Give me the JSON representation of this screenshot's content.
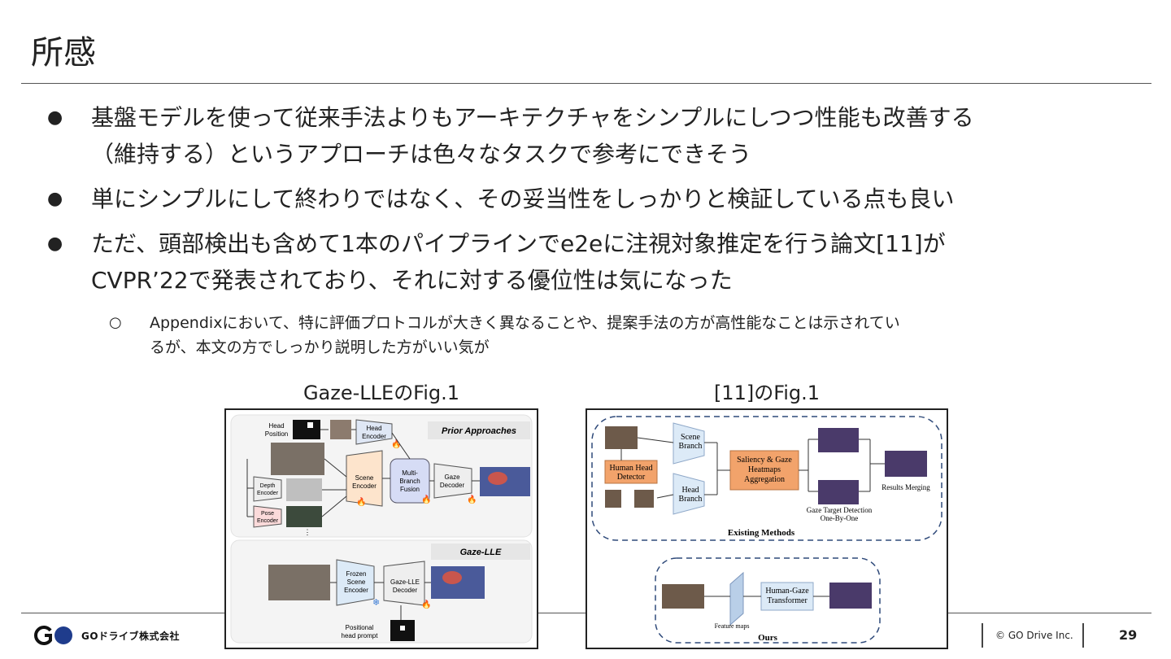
{
  "slide": {
    "title": "所感",
    "page_number": "29"
  },
  "bullets": [
    {
      "marker": "●",
      "lines": [
        "基盤モデルを使って従来手法よりもアーキテクチャをシンプルにしつつ性能も改善する",
        "（維持する）というアプローチは色々なタスクで参考にできそう"
      ]
    },
    {
      "marker": "●",
      "lines": [
        "単にシンプルにして終わりではなく、その妥当性をしっかりと検証している点も良い"
      ]
    },
    {
      "marker": "●",
      "lines": [
        "ただ、頭部検出も含めて1本のパイプラインでe2eに注視対象推定を行う論文[11]が",
        "CVPR’22で発表されており、それに対する優位性は気になった"
      ]
    }
  ],
  "sub_bullet": {
    "marker": "○",
    "lines": [
      "Appendixにおいて、特に評価プロトコルが大きく異なることや、提案手法の方が高性能なことは示されてい",
      "るが、本文の方でしっかり説明した方がいい気が"
    ]
  },
  "figures": {
    "left": {
      "caption": "Gaze-LLEのFig.1",
      "labels": {
        "prior_title": "Prior Approaches",
        "head_position": "Head\nPosition",
        "head_encoder": "Head\nEncoder",
        "scene_encoder": "Scene\nEncoder",
        "fusion": "Multi-\nBranch\nFusion",
        "gaze_decoder": "Gaze\nDecoder",
        "depth_encoder": "Depth\nEncoder",
        "pose_encoder": "Pose\nEncoder",
        "ellipsis": "⋮",
        "lle_title": "Gaze-LLE",
        "frozen_encoder": "Frozen\nScene\nEncoder",
        "lle_decoder": "Gaze-LLE\nDecoder",
        "positional_prompt": "Positional\nhead prompt"
      }
    },
    "right": {
      "caption": "[11]のFig.1",
      "labels": {
        "scene_branch": "Scene\nBranch",
        "head_branch": "Head\nBranch",
        "human_head_detector": "Human Head\nDetector",
        "aggregation": "Saliency & Gaze\nHeatmaps\nAggregation",
        "results_merging": "Results Merging",
        "one_by_one": "Gaze Target Detection\nOne-By-One",
        "existing_methods": "Existing Methods",
        "transformer": "Human-Gaze\nTransformer",
        "feature_maps": "Feature maps",
        "ours": "Ours"
      }
    }
  },
  "footer": {
    "company": "GOドライブ株式会社",
    "copyright": "© GO Drive Inc."
  },
  "colors": {
    "orange_box": "#f2a36b",
    "blue_box": "#dceaf7",
    "fusion_box": "#d6dcf5",
    "dashed_border": "#2f4a7a",
    "logo_blue": "#1f3c8c"
  }
}
